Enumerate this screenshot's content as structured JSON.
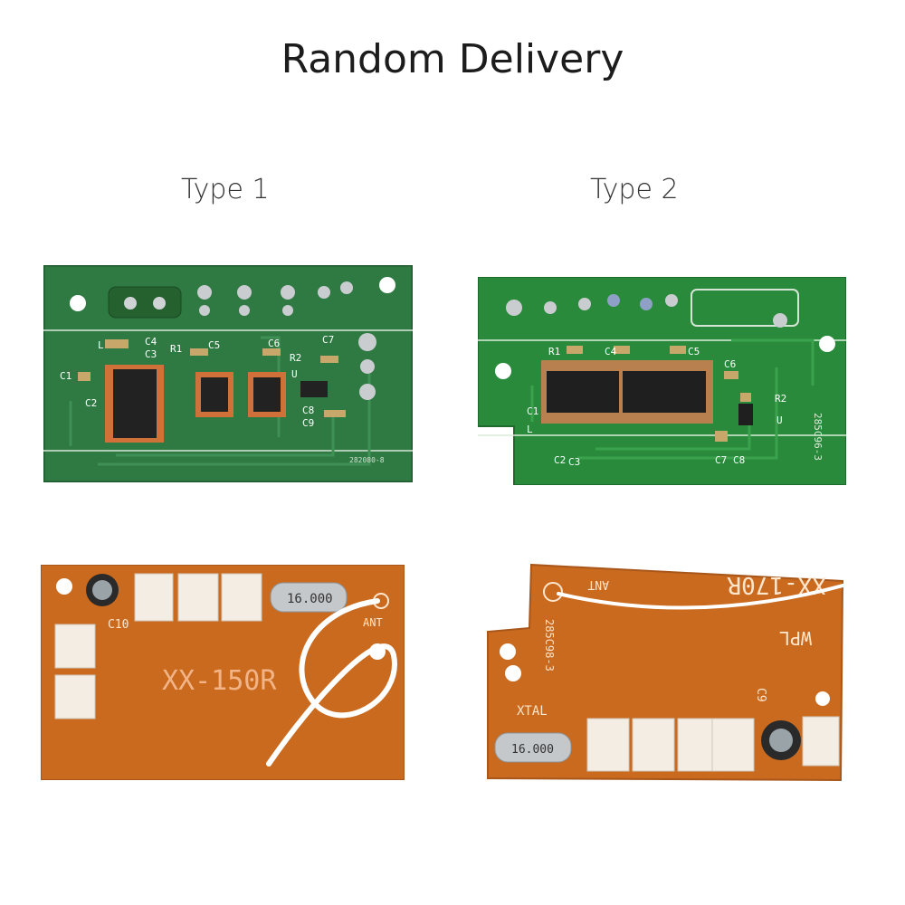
{
  "title": "Random Delivery",
  "types": [
    {
      "label": "Type 1"
    },
    {
      "label": "Type 2"
    }
  ],
  "board1_front": {
    "labels": [
      "C1",
      "C2",
      "L",
      "C4",
      "C3",
      "R1",
      "C5",
      "C6",
      "R2",
      "C7",
      "U",
      "C8",
      "C9"
    ],
    "code": "282080-8"
  },
  "board2_front": {
    "labels": [
      "R1",
      "C4",
      "C5",
      "C6",
      "R2",
      "C1",
      "L",
      "C2",
      "C3",
      "C7",
      "C8",
      "U"
    ],
    "code": "285C96-3"
  },
  "board1_back": {
    "model": "XX-150R",
    "cap": "C10",
    "crystal": "16.000",
    "ant": "ANT"
  },
  "board2_back": {
    "model": "XX-170R",
    "code": "285C98-3",
    "brand": "WPL",
    "xtal": "XTAL",
    "cap": "C9",
    "crystal": "16.000",
    "ant": "ANT"
  }
}
